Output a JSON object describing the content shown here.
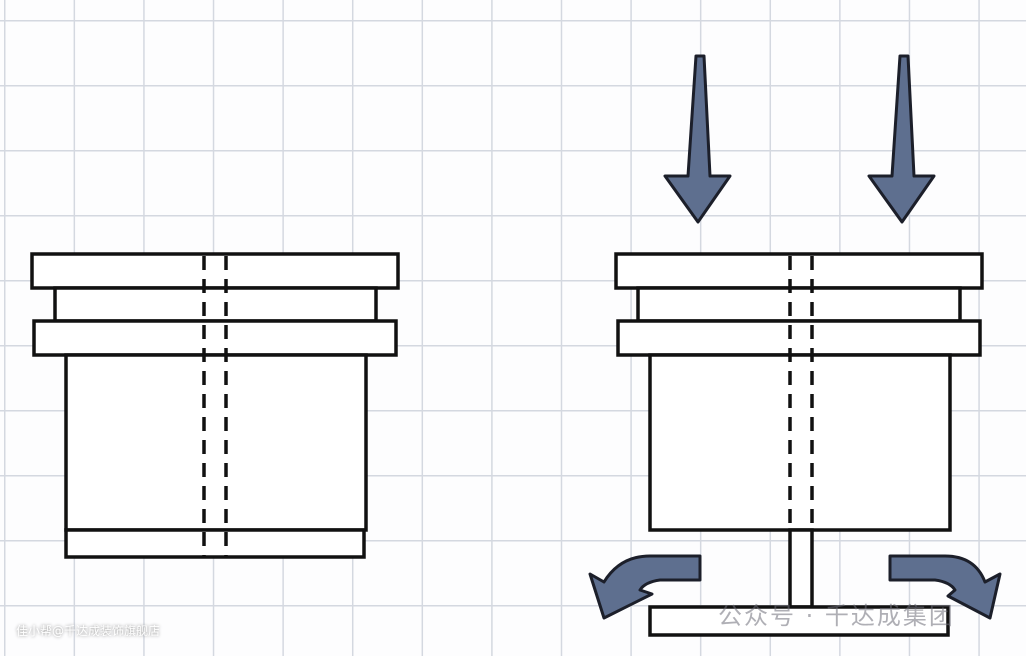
{
  "diagram": {
    "left_assembly": "uncompressed",
    "right_assembly": "compressed",
    "colors": {
      "arrow_fill": "#5e6f8f",
      "line": "#111111",
      "grid": "#d4d8e0"
    }
  },
  "watermarks": {
    "bottom_left": "佳小帮@千达成装饰旗舰店",
    "bottom_right": "公众号 · 千达成集团"
  }
}
